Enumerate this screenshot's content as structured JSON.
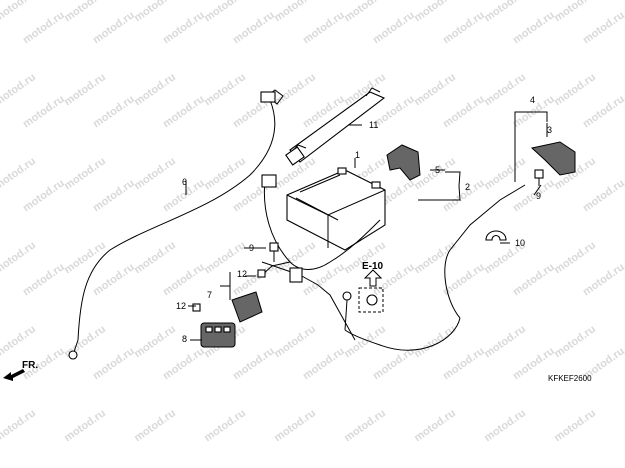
{
  "watermark": "motod.ru",
  "callouts": {
    "c1": "1",
    "c2": "2",
    "c3": "3",
    "c4": "4",
    "c5": "5",
    "c6": "6",
    "c7": "7",
    "c8": "8",
    "c9a": "9",
    "c9b": "9",
    "c10": "10",
    "c11": "11",
    "c12a": "12",
    "c12b": "12"
  },
  "reference": "E-10",
  "front_label": "FR.",
  "diagram_code": "KFKEF2600"
}
